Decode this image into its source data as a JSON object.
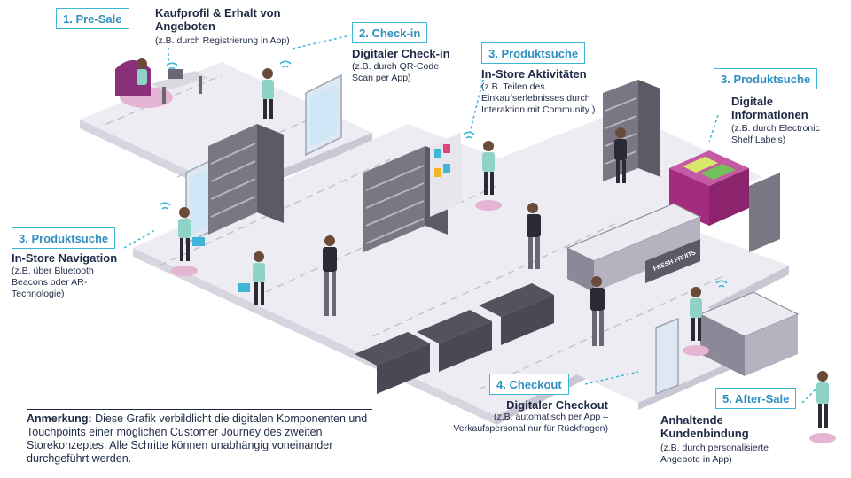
{
  "steps": [
    {
      "id": "presale",
      "badge": "1. Pre-Sale",
      "title": "Kaufprofil & Erhalt von Angeboten",
      "desc": "(z.B. durch Registrierung  in App)"
    },
    {
      "id": "checkin",
      "badge": "2. Check-in",
      "title": "Digitaler Check-in",
      "desc": "(z.B. durch QR-Code Scan per App)"
    },
    {
      "id": "search_activities",
      "badge": "3. Produktsuche",
      "title": "In-Store Aktivitäten",
      "desc": "(z.B. Teilen des Einkaufserlebnisses durch Interaktion mit Community )"
    },
    {
      "id": "search_info",
      "badge": "3. Produktsuche",
      "title": "Digitale Informationen",
      "desc": "(z.B. durch Electronic Shelf Labels)"
    },
    {
      "id": "search_navigation",
      "badge": "3. Produktsuche",
      "title": "In-Store Navigation",
      "desc": "(z.B. über Bluetooth Beacons oder AR-Technologie)"
    },
    {
      "id": "checkout",
      "badge": "4. Checkout",
      "title": "Digitaler Checkout",
      "desc": "(z.B. automatisch per App – Verkaufspersonal  nur für Rückfragen)"
    },
    {
      "id": "aftersale",
      "badge": "5. After-Sale",
      "title": "Anhaltende Kundenbindung",
      "desc": "(z.B. durch personalisierte Angebote in App)"
    }
  ],
  "note": {
    "label": "Anmerkung:",
    "text": " Diese Grafik verbildlicht die digitalen Komponenten und Touchpoints einer möglichen Customer Journey des zweiten Storekonzeptes. Alle Schritte können unabhängig voneinander durchgeführt werden."
  },
  "store_sign": "FRESH FRUITS",
  "colors": {
    "accent": "#3fb6d8",
    "badge_text": "#2f8fc0",
    "text": "#1e2a45",
    "floor": "#ecebf1",
    "floor_edge": "#d6d4de",
    "shelf": "#6a6674",
    "magenta": "#b0318a",
    "person_top": "#8fd3c6"
  }
}
